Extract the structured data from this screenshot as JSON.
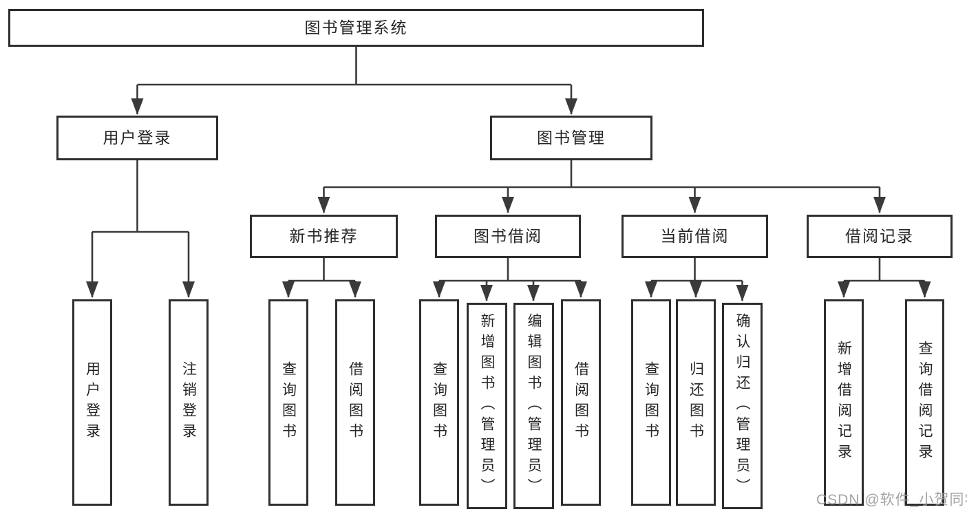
{
  "diagram": {
    "tree": {
      "label": "图书管理系统",
      "children": [
        {
          "label": "用户登录",
          "children": [
            {
              "label": "用户登录"
            },
            {
              "label": "注销登录"
            }
          ]
        },
        {
          "label": "图书管理",
          "children": [
            {
              "label": "新书推荐",
              "children": [
                {
                  "label": "查询图书"
                },
                {
                  "label": "借阅图书"
                }
              ]
            },
            {
              "label": "图书借阅",
              "children": [
                {
                  "label": "查询图书"
                },
                {
                  "label": "新增图书（管理员）"
                },
                {
                  "label": "编辑图书（管理员）"
                },
                {
                  "label": "借阅图书"
                }
              ]
            },
            {
              "label": "当前借阅",
              "children": [
                {
                  "label": "查询图书"
                },
                {
                  "label": "归还图书"
                },
                {
                  "label": "确认归还（管理员）"
                }
              ]
            },
            {
              "label": "借阅记录",
              "children": [
                {
                  "label": "新增借阅记录"
                },
                {
                  "label": "查询借阅记录"
                }
              ]
            }
          ]
        }
      ]
    },
    "colors": {
      "line": "#3a3a3a",
      "box_border": "#2e2e2e",
      "box_fill": "#ffffff",
      "text": "#262626",
      "watermark": "#9a9a9a"
    }
  },
  "watermark": {
    "text": "CSDN @软件_小贺同学"
  }
}
